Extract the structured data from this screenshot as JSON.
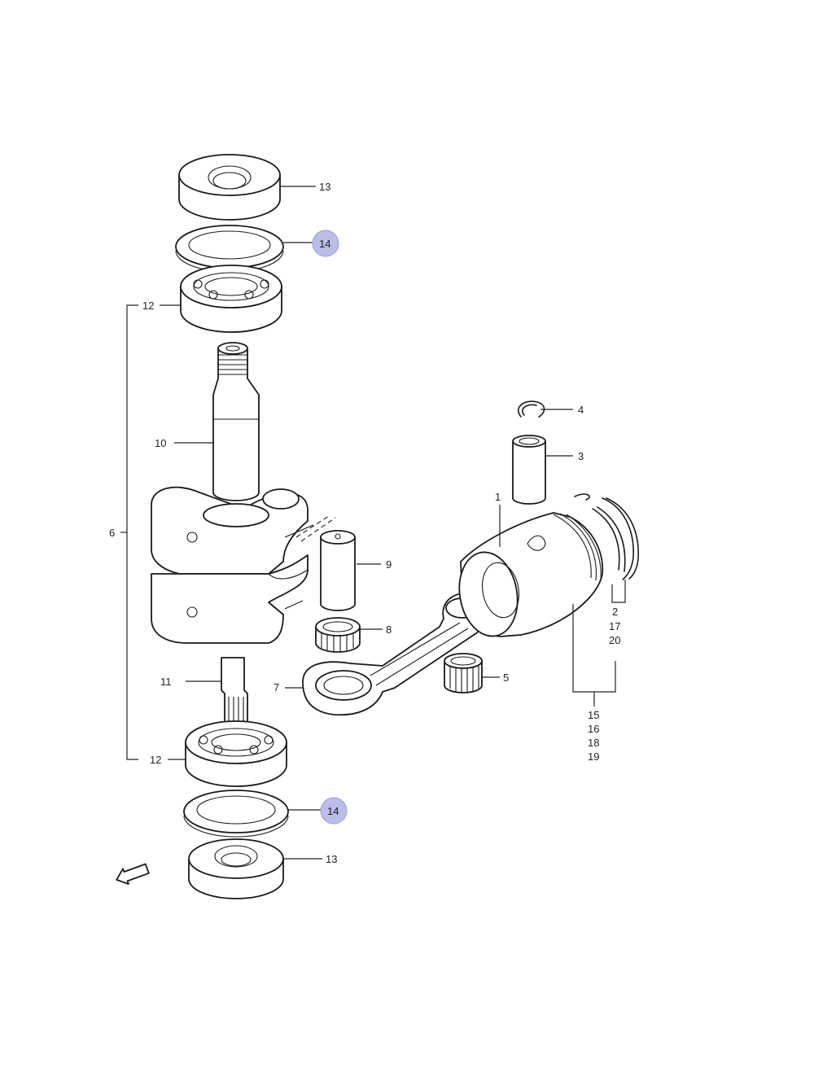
{
  "labels": {
    "p1": "1",
    "p2": "2",
    "p3": "3",
    "p4": "4",
    "p5": "5",
    "p6": "6",
    "p7": "7",
    "p8": "8",
    "p9": "9",
    "p10": "10",
    "p11": "11",
    "p12_top": "12",
    "p12_bottom": "12",
    "p13_top": "13",
    "p13_bottom": "13",
    "p14_top": "14",
    "p14_bottom": "14",
    "p15": "15",
    "p16": "16",
    "p17": "17",
    "p18": "18",
    "p19": "19",
    "p20": "20",
    "fwd": "FWD"
  },
  "colors": {
    "highlight": "#b9bde8",
    "line": "#1a1a1a"
  }
}
